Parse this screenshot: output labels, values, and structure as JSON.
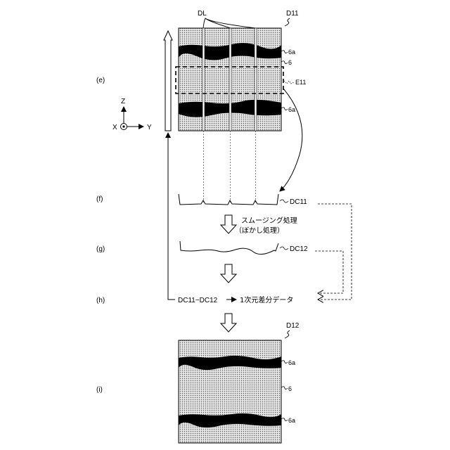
{
  "figure": {
    "row_labels": {
      "e": "(e)",
      "f": "(f)",
      "g": "(g)",
      "h": "(h)",
      "i": "(i)"
    },
    "axes": {
      "z": "Z",
      "x": "X",
      "y": "Y"
    },
    "top_panel": {
      "id_label": "D11",
      "dl_label": "DL",
      "label_6a_upper": "6a",
      "label_6": "6",
      "label_e11": "E11",
      "label_6a_lower": "6a"
    },
    "signals": {
      "dc11": "DC11",
      "dc12": "DC12"
    },
    "process": {
      "smoothing_line1": "スムージング処理",
      "smoothing_line2": "（ぼかし処理）"
    },
    "formula": {
      "expression": "DC11−DC12",
      "result": "1次元差分データ"
    },
    "bottom_panel": {
      "id_label": "D12",
      "label_6a_upper": "6a",
      "label_6": "6",
      "label_6a_lower": "6a"
    }
  }
}
